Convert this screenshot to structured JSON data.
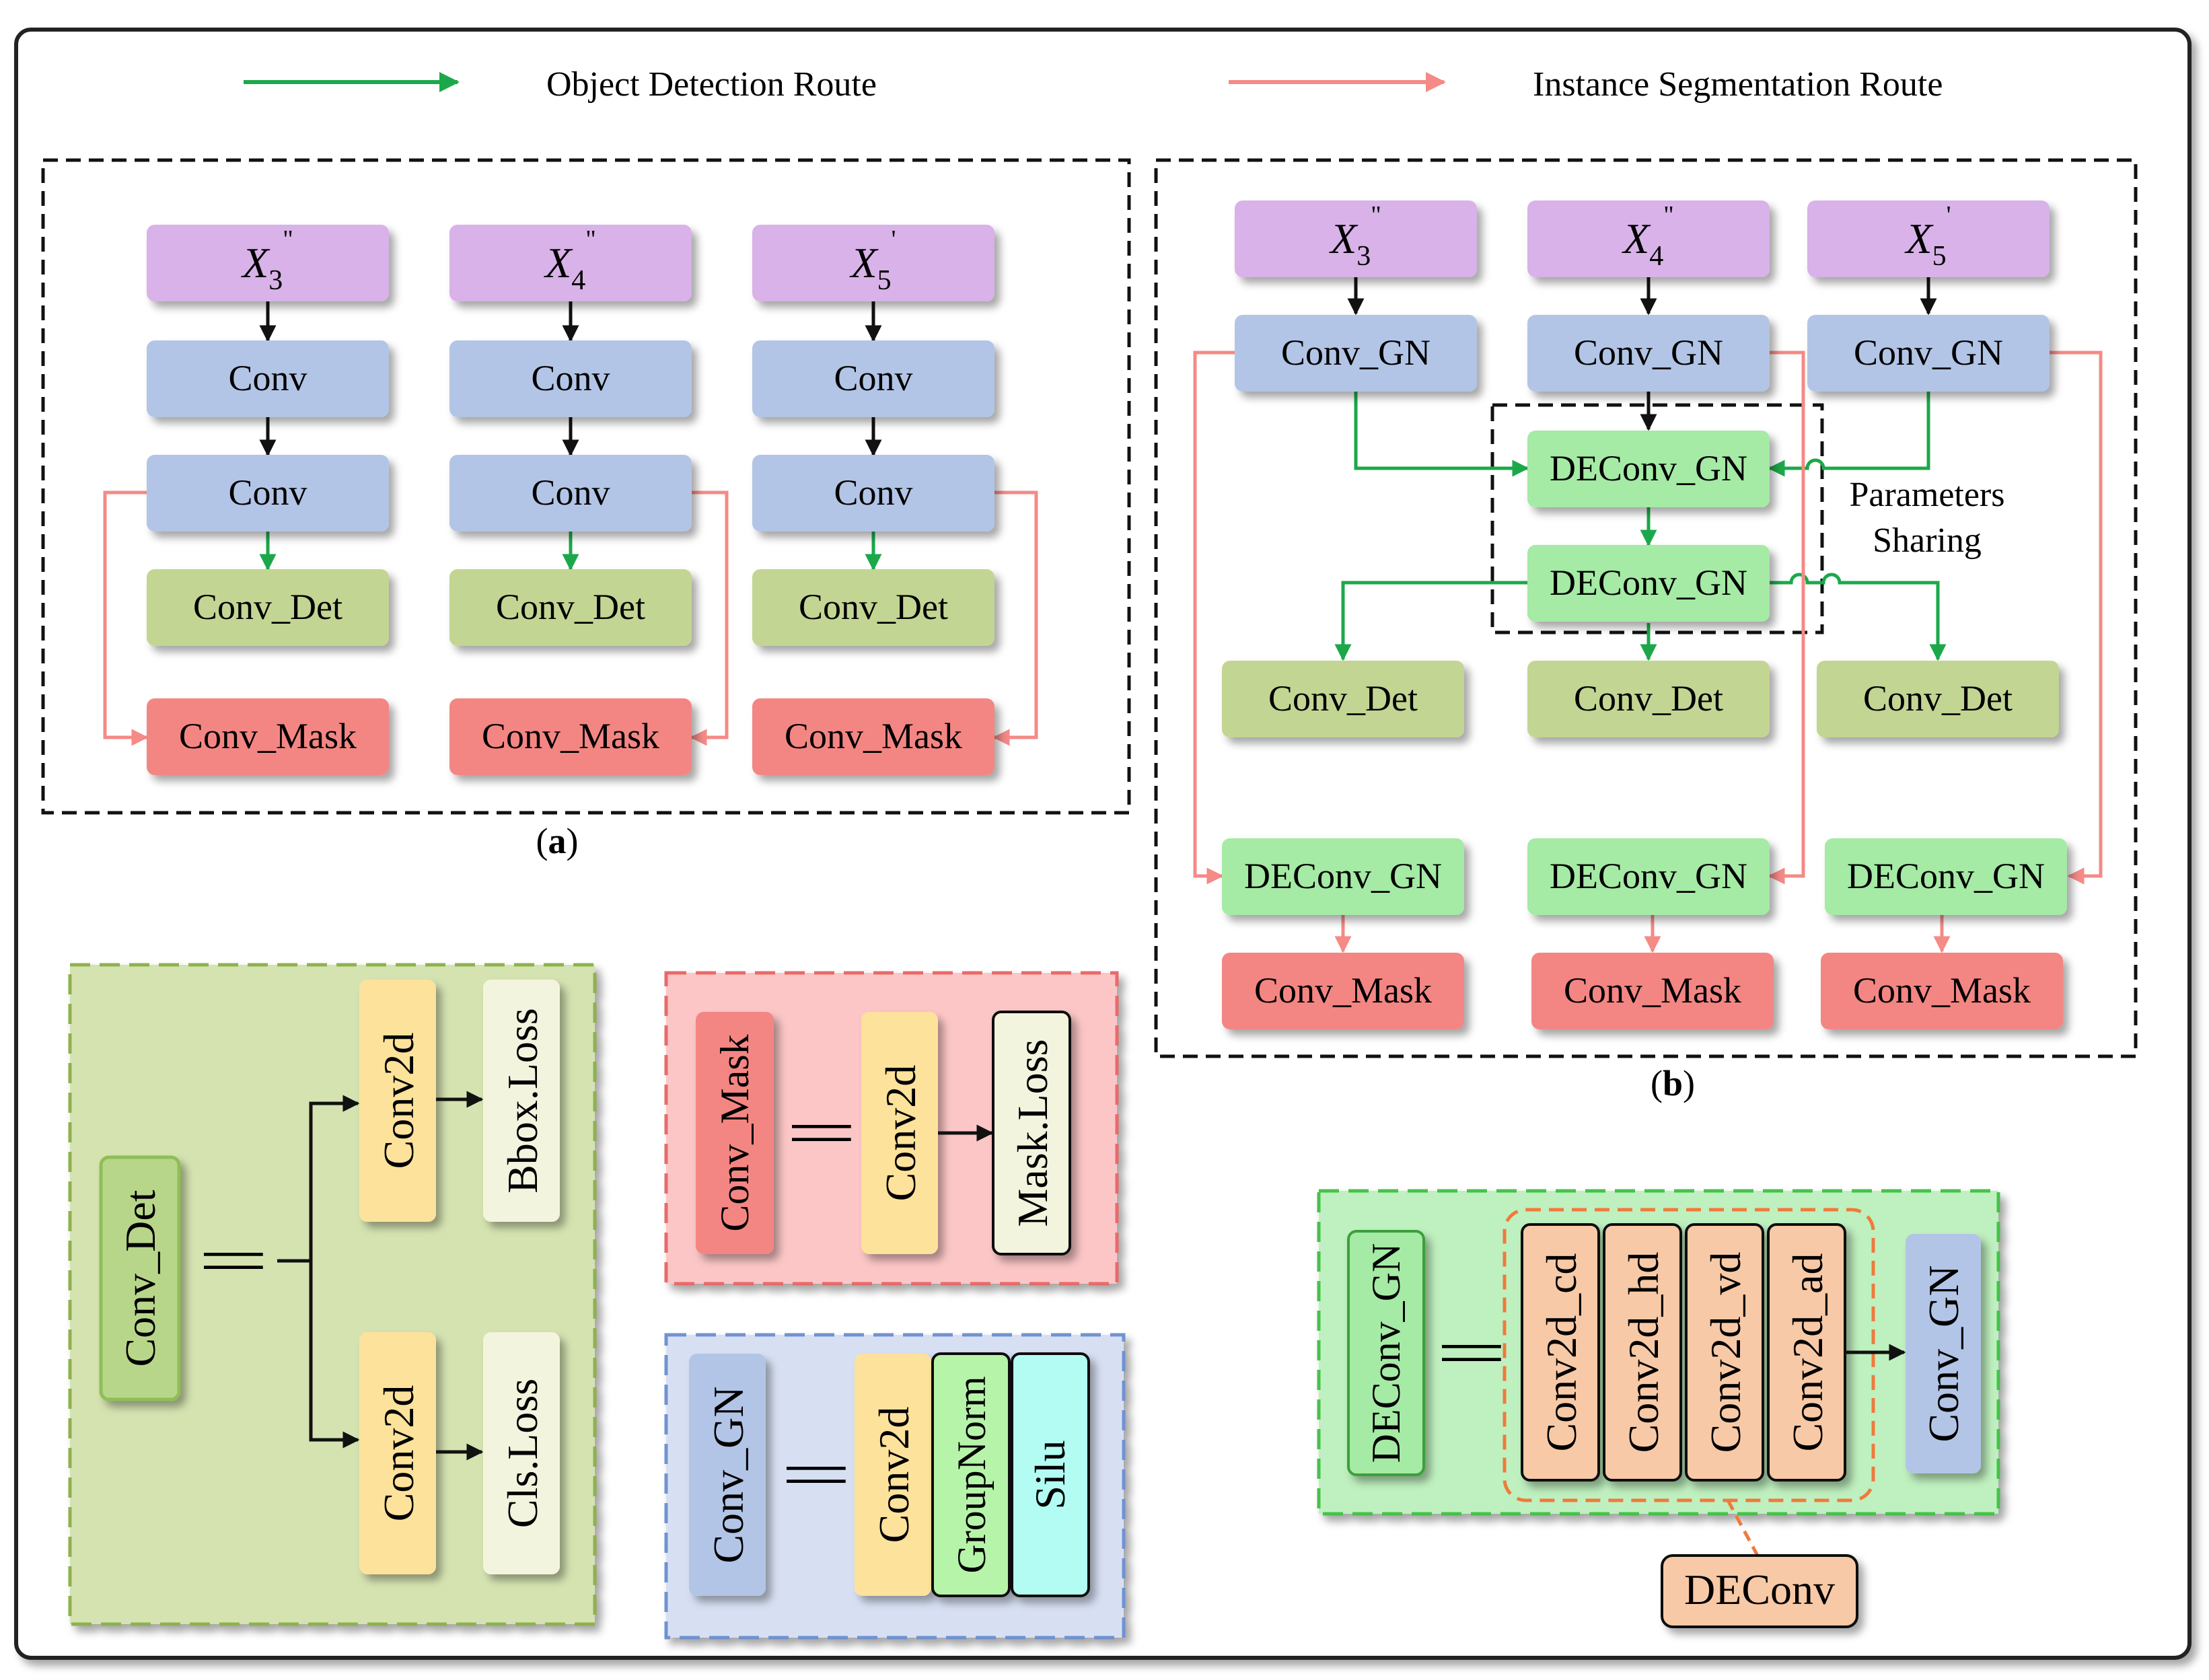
{
  "legend": {
    "detection_label": "Object Detection Route",
    "segmentation_label": "Instance Segmentation Route"
  },
  "panel_a": {
    "caption_open": "(",
    "caption_letter": "a",
    "caption_close": ")",
    "columns": [
      {
        "input_base": "X",
        "input_sub": "3",
        "input_sup": "\"",
        "conv1": "Conv",
        "conv2": "Conv",
        "det": "Conv_Det",
        "mask": "Conv_Mask"
      },
      {
        "input_base": "X",
        "input_sub": "4",
        "input_sup": "\"",
        "conv1": "Conv",
        "conv2": "Conv",
        "det": "Conv_Det",
        "mask": "Conv_Mask"
      },
      {
        "input_base": "X",
        "input_sub": "5",
        "input_sup": "'",
        "conv1": "Conv",
        "conv2": "Conv",
        "det": "Conv_Det",
        "mask": "Conv_Mask"
      }
    ]
  },
  "panel_b": {
    "caption_open": "(",
    "caption_letter": "b",
    "caption_close": ")",
    "columns": [
      {
        "input_base": "X",
        "input_sub": "3",
        "input_sup": "\"",
        "conv_gn": "Conv_GN",
        "det": "Conv_Det",
        "deconv_gn": "DEConv_GN",
        "mask": "Conv_Mask"
      },
      {
        "input_base": "X",
        "input_sub": "4",
        "input_sup": "\"",
        "conv_gn": "Conv_GN",
        "det": "Conv_Det",
        "deconv_gn": "DEConv_GN",
        "mask": "Conv_Mask"
      },
      {
        "input_base": "X",
        "input_sub": "5",
        "input_sup": "'",
        "conv_gn": "Conv_GN",
        "det": "Conv_Det",
        "deconv_gn": "DEConv_GN",
        "mask": "Conv_Mask"
      }
    ],
    "shared_deconv_1": "DEConv_GN",
    "shared_deconv_2": "DEConv_GN",
    "sharing_line1": "Parameters",
    "sharing_line2": "Sharing"
  },
  "detail_det": {
    "module": "Conv_Det",
    "equals": "||",
    "conv_top": "Conv2d",
    "loss_top": "Bbox.Loss",
    "conv_bottom": "Conv2d",
    "loss_bottom": "Cls.Loss"
  },
  "detail_mask": {
    "module": "Conv_Mask",
    "equals": "||",
    "conv": "Conv2d",
    "loss": "Mask.Loss"
  },
  "detail_gn": {
    "module": "Conv_GN",
    "equals": "||",
    "conv": "Conv2d",
    "norm": "GroupNorm",
    "act": "Silu"
  },
  "detail_deconv": {
    "module": "DEConv_GN",
    "equals": "||",
    "branches": [
      "Conv2d_cd",
      "Conv2d_hd",
      "Conv2d_vd",
      "Conv2d_ad"
    ],
    "output": "Conv_GN",
    "group_label": "DEConv"
  },
  "colors": {
    "purple": "#d8b2e8",
    "blue": "#b3c5e6",
    "olive": "#c3d593",
    "red": "#f38683",
    "light_green": "#a5eaa5",
    "yellow": "#fde29b",
    "cream": "#f3f4de",
    "cyan": "#b3fcf3",
    "peach": "#f8c9a6",
    "det_bg": "#d5e3b1",
    "mask_bg": "#fcc6c6",
    "gn_bg": "#d7e0f3",
    "deconv_bg": "#bff0bf",
    "green_arrow": "#1ca84a",
    "pink_arrow": "#f58a86",
    "orange_dash": "#f07a3c"
  }
}
